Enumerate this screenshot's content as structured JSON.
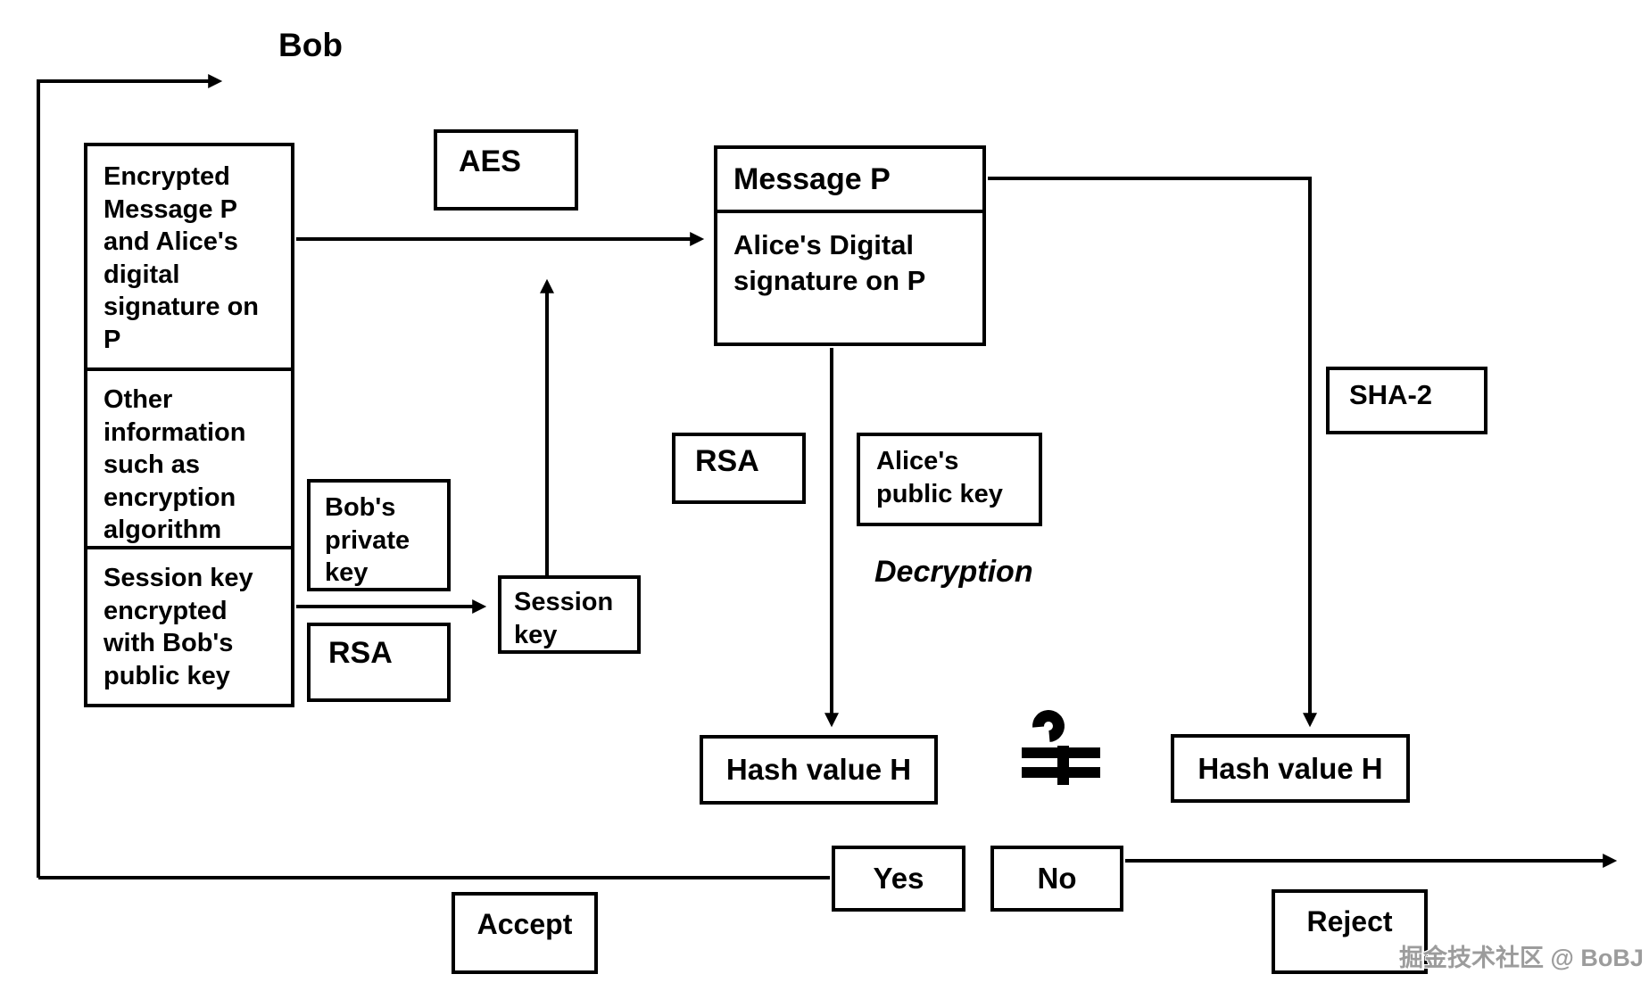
{
  "page": {
    "actor_label": "Bob",
    "decryption_label": "Decryption",
    "comparison_symbol": "?=",
    "watermark": "掘金技术社区 @ BoBJ"
  },
  "nodes": {
    "received_package": {
      "cells": [
        "Encrypted Message P and Alice's digital signature on P",
        "Other information such as encryption algorithm",
        "Session key encrypted with Bob's public key"
      ]
    },
    "aes": {
      "label": "AES"
    },
    "message_p": {
      "top": "Message P",
      "bottom": "Alice's Digital signature on P"
    },
    "bobs_private_key": {
      "label": "Bob's private key"
    },
    "rsa_left": {
      "label": "RSA"
    },
    "session_key": {
      "label": "Session key"
    },
    "rsa_middle": {
      "label": "RSA"
    },
    "alices_public_key": {
      "label": "Alice's public key"
    },
    "hash_left": {
      "label": "Hash value H"
    },
    "hash_right": {
      "label": "Hash value H"
    },
    "sha2": {
      "label": "SHA-2"
    },
    "yes": {
      "label": "Yes"
    },
    "no": {
      "label": "No"
    },
    "accept": {
      "label": "Accept"
    },
    "reject": {
      "label": "Reject"
    }
  },
  "colors": {
    "line": "#000000",
    "background": "#ffffff",
    "watermark": "#9c9c9c"
  }
}
